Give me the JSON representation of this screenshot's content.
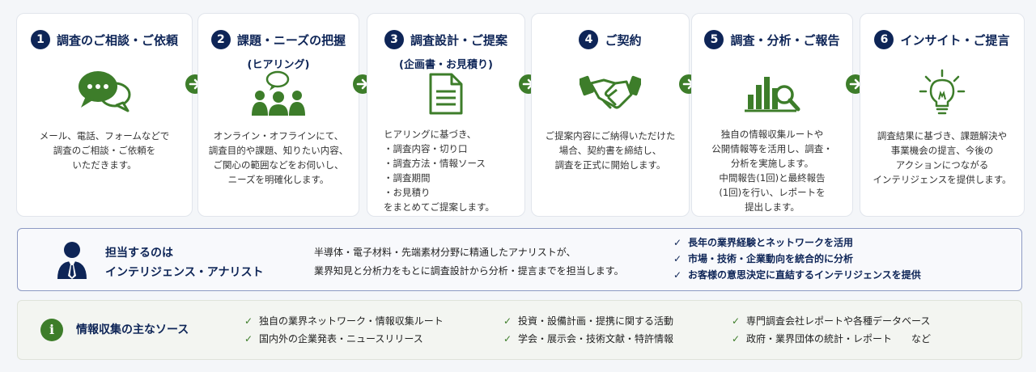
{
  "steps": [
    {
      "num": "1",
      "title": "調査のご相談・ご依頼",
      "subtitle": "",
      "icon": "chat-bubbles-icon",
      "desc": "メール、電話、フォームなどで\n調査のご相談・ご依頼を\nいただきます。"
    },
    {
      "num": "2",
      "title": "課題・ニーズの把握",
      "subtitle": "(ヒアリング)",
      "icon": "meeting-people-icon",
      "desc": "オンライン・オフラインにて、\n調査目的や課題、知りたい内容、\nご関心の範囲などをお伺いし、\nニーズを明確化します。"
    },
    {
      "num": "3",
      "title": "調査設計・ご提案",
      "subtitle": "(企画書・お見積り)",
      "icon": "document-icon",
      "desc": "ヒアリングに基づき、\n・調査内容・切り口\n・調査方法・情報ソース\n・調査期間\n・お見積り\nをまとめてご提案します。"
    },
    {
      "num": "4",
      "title": "ご契約",
      "subtitle": "",
      "icon": "handshake-icon",
      "desc": "ご提案内容にご納得いただけた\n場合、契約書を締結し、\n調査を正式に開始します。"
    },
    {
      "num": "5",
      "title": "調査・分析・ご報告",
      "subtitle": "",
      "icon": "chart-magnifier-icon",
      "desc": "独自の情報収集ルートや\n公開情報等を活用し、調査・\n分析を実施します。\n中間報告(1回)と最終報告\n(1回)を行い、レポートを\n提出します。"
    },
    {
      "num": "6",
      "title": "インサイト・ご提言",
      "subtitle": "",
      "icon": "lightbulb-icon",
      "desc": "調査結果に基づき、課題解決や\n事業機会の提言、今後の\nアクションにつながる\nインテリジェンスを提供します。"
    }
  ],
  "analyst": {
    "title_line1": "担当するのは",
    "title_line2": "インテリジェンス・アナリスト",
    "desc_line1": "半導体・電子材料・先端素材分野に精通したアナリストが、",
    "desc_line2": "業界知見と分析力をもとに調査設計から分析・提言までを担当します。",
    "points": [
      "長年の業界経験とネットワークを活用",
      "市場・技術・企業動向を統合的に分析",
      "お客様の意思決定に直結するインテリジェンスを提供"
    ]
  },
  "sources": {
    "icon_glyph": "i",
    "title": "情報収集の主なソース",
    "col1": [
      "独自の業界ネットワーク・情報収集ルート",
      "国内外の企業発表・ニュースリリース"
    ],
    "col2": [
      "投資・設備計画・提携に関する活動",
      "学会・展示会・技術文献・特許情報"
    ],
    "col3": [
      "専門調査会社レポートや各種データベース",
      "政府・業界団体の統計・レポート　　など"
    ]
  },
  "colors": {
    "navy": "#0e2557",
    "green": "#3d7d2a"
  }
}
